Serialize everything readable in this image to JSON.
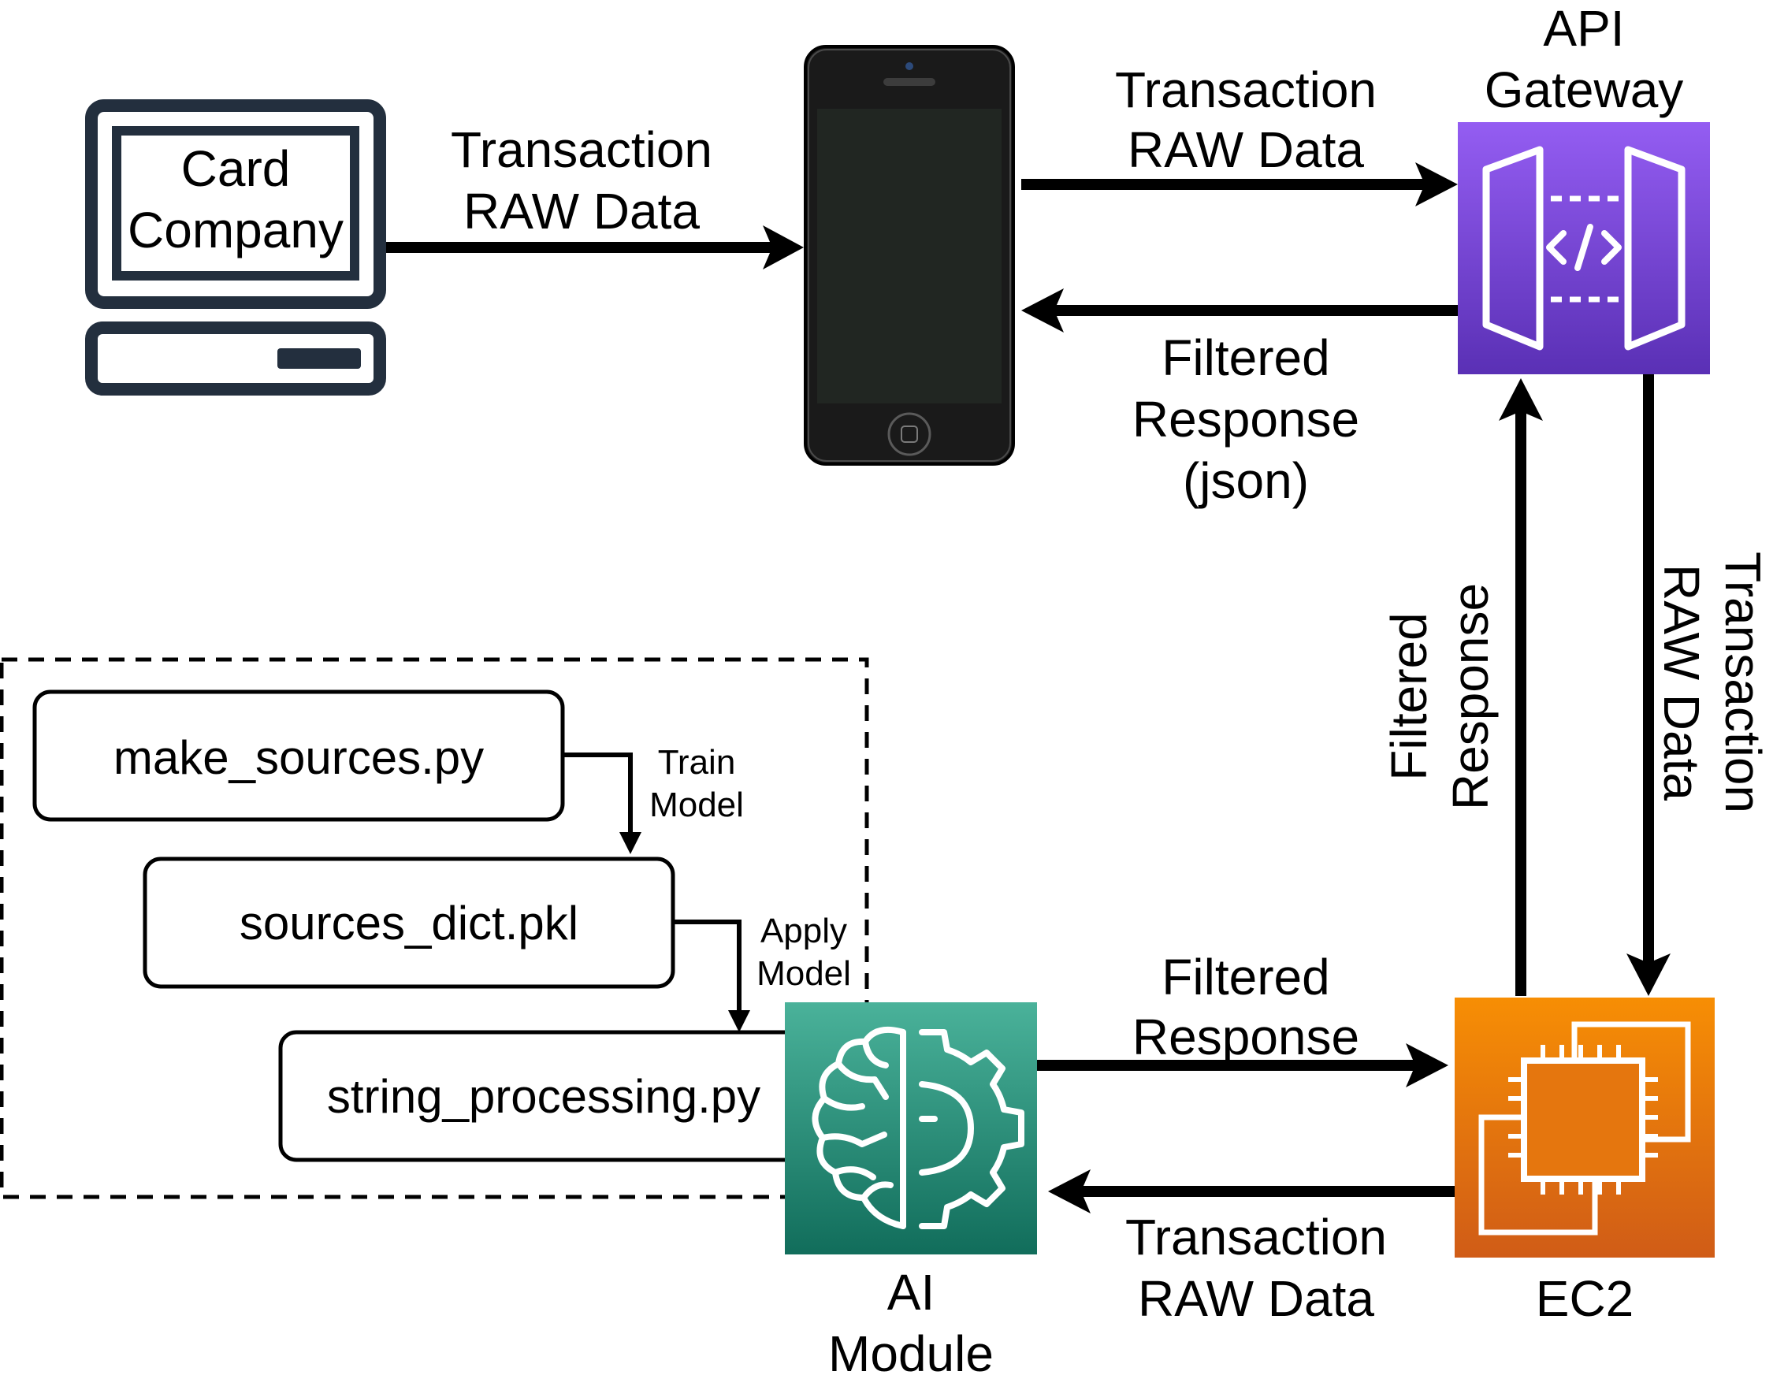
{
  "nodes": {
    "card_company": {
      "line1": "Card",
      "line2": "Company"
    },
    "api_gateway": {
      "line1": "API",
      "line2": "Gateway"
    },
    "ec2": {
      "label": "EC2"
    },
    "ai_module": {
      "line1": "AI",
      "line2": "Module"
    }
  },
  "files": {
    "make_sources": "make_sources.py",
    "sources_dict": "sources_dict.pkl",
    "string_processing": "string_processing.py"
  },
  "edges": {
    "card_to_phone": {
      "line1": "Transaction",
      "line2": "RAW Data"
    },
    "phone_to_api": {
      "line1": "Transaction",
      "line2": "RAW Data"
    },
    "api_to_phone": {
      "line1": "Filtered",
      "line2": "Response",
      "line3": "(json)"
    },
    "api_to_ec2": {
      "line1": "Transaction",
      "line2": "RAW Data"
    },
    "ec2_to_api": {
      "line1": "Filtered",
      "line2": "Response"
    },
    "ai_to_ec2": {
      "line1": "Filtered",
      "line2": "Response"
    },
    "ec2_to_ai": {
      "line1": "Transaction",
      "line2": "RAW Data"
    },
    "train_model": {
      "line1": "Train",
      "line2": "Model"
    },
    "apply_model": {
      "line1": "Apply",
      "line2": "Model"
    }
  },
  "colors": {
    "monitor": "#232f3e",
    "api_gateway_top": "#945df2",
    "api_gateway_bottom": "#5a30b5",
    "ec2_top": "#f78e04",
    "ec2_bottom": "#d05c17",
    "ai_top": "#4ab29a",
    "ai_bottom": "#116d5b"
  },
  "icons": [
    "desktop-computer-icon",
    "smartphone-icon",
    "api-gateway-icon",
    "ec2-icon",
    "ai-brain-gear-icon"
  ]
}
